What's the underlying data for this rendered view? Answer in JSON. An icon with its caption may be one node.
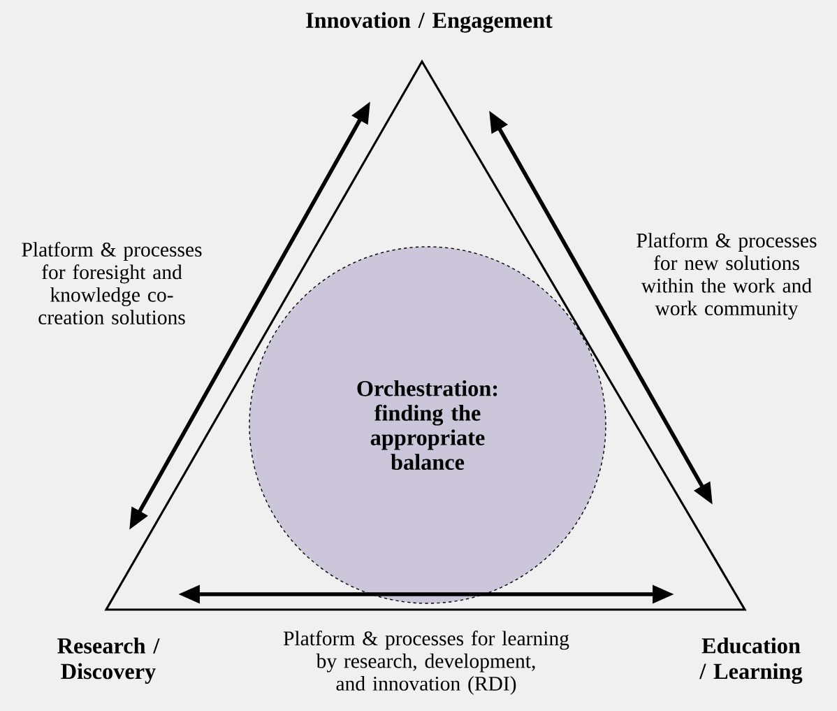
{
  "diagram": {
    "nodes": [
      {
        "text": [
          "Innovation / Engagement"
        ]
      },
      {
        "text": [
          "Research / Discovery"
        ]
      },
      {
        "text": [
          "Education / Learning"
        ]
      },
      {
        "text": [
          "Orchestration: finding the appropriate balance"
        ]
      }
    ],
    "labels": [
      "Platform & processes for foresight and knowledge co-creation solutions",
      "Platform & processes for new solutions within the work and work community",
      "Platform & processes for learning by research, development, and innovation (RDI)"
    ]
  }
}
